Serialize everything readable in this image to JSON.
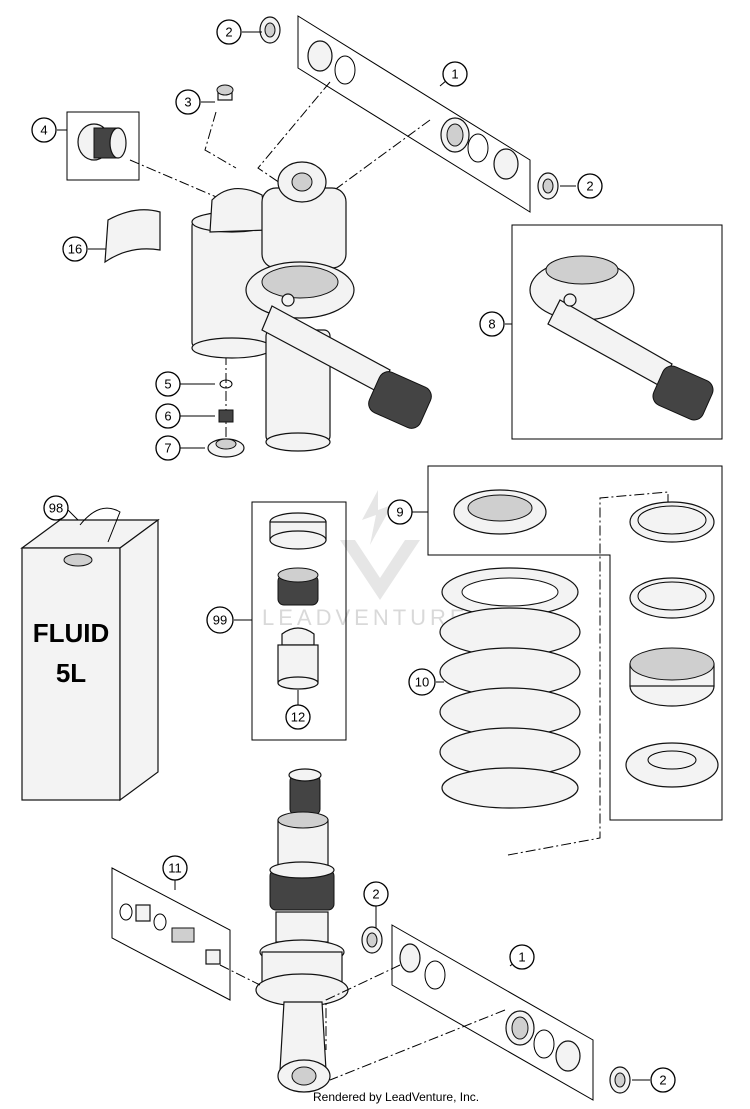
{
  "callouts": {
    "c1a": "1",
    "c1b": "1",
    "c2a": "2",
    "c2b": "2",
    "c2c": "2",
    "c2d": "2",
    "c3": "3",
    "c4": "4",
    "c5": "5",
    "c6": "6",
    "c7": "7",
    "c8": "8",
    "c9": "9",
    "c10": "10",
    "c11": "11",
    "c12": "12",
    "c16": "16",
    "c98": "98",
    "c99": "99"
  },
  "can_label_line1": "FLUID",
  "can_label_line2": "5L",
  "watermark": "LEADVENTURE",
  "footer": "Rendered by LeadVenture, Inc."
}
